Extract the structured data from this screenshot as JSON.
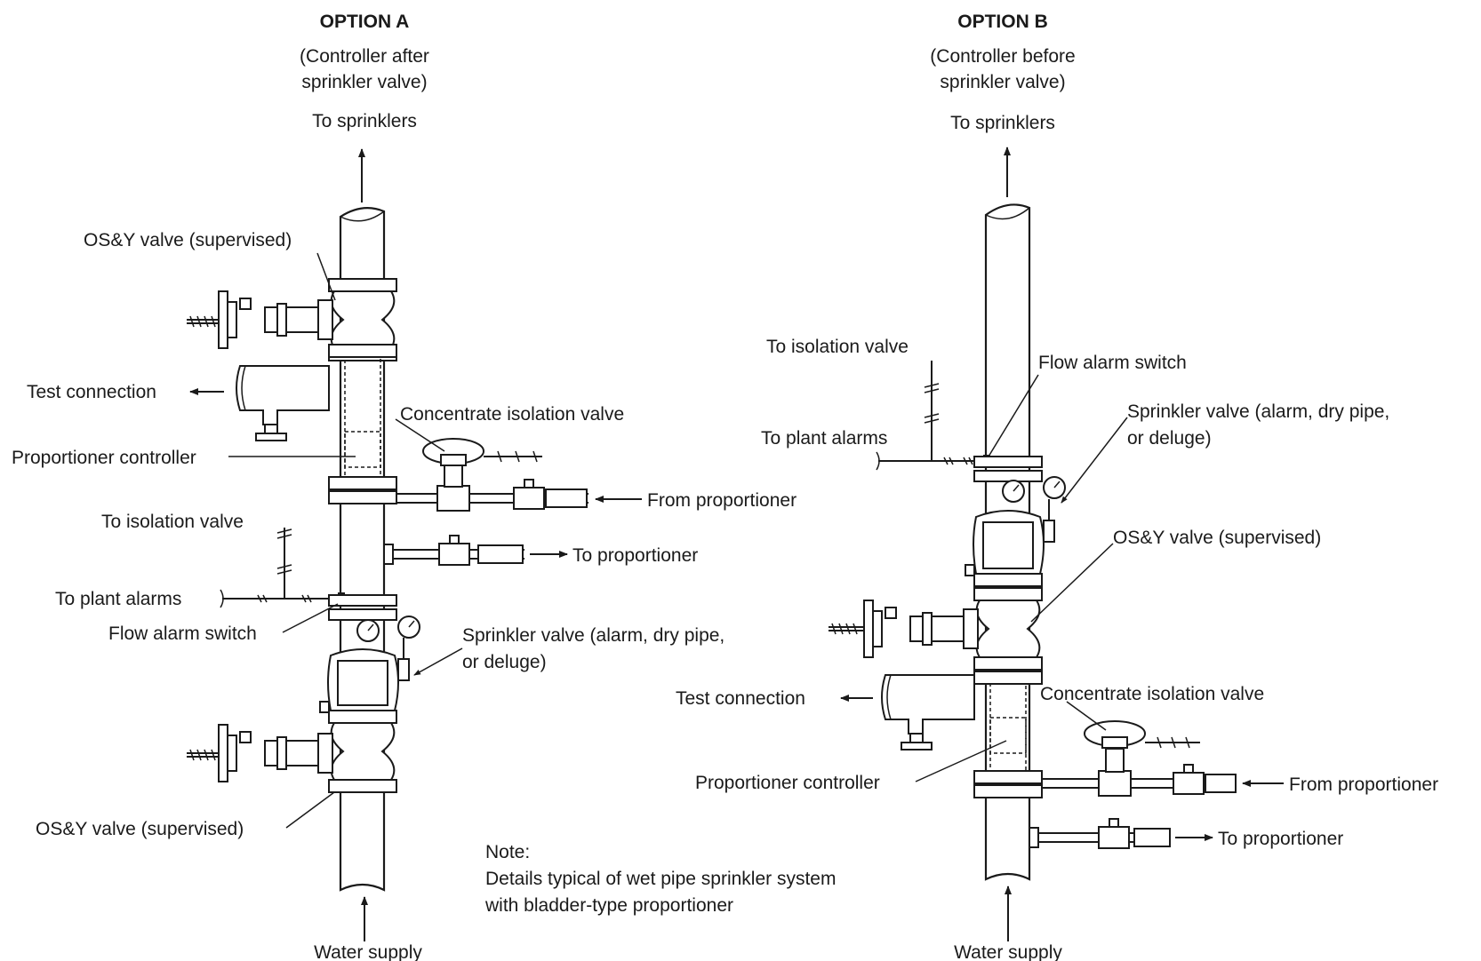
{
  "option_a": {
    "title": "OPTION A",
    "subtitle_line1": "(Controller after",
    "subtitle_line2": "sprinkler valve)",
    "to_sprinklers": "To sprinklers",
    "osy_top": "OS&Y valve (supervised)",
    "test_connection": "Test connection",
    "concentrate_isolation_valve": "Concentrate isolation valve",
    "proportioner_controller": "Proportioner controller",
    "from_proportioner": "From proportioner",
    "to_isolation_valve": "To isolation valve",
    "to_proportioner": "To proportioner",
    "to_plant_alarms": "To plant alarms",
    "flow_alarm_switch": "Flow alarm switch",
    "sprinkler_valve_line1": "Sprinkler valve (alarm, dry pipe,",
    "sprinkler_valve_line2": "or deluge)",
    "osy_bottom": "OS&Y valve (supervised)",
    "water_supply": "Water supply"
  },
  "option_b": {
    "title": "OPTION B",
    "subtitle_line1": "(Controller before",
    "subtitle_line2": "sprinkler valve)",
    "to_sprinklers": "To sprinklers",
    "to_isolation_valve": "To isolation valve",
    "flow_alarm_switch": "Flow alarm switch",
    "sprinkler_valve_line1": "Sprinkler valve (alarm, dry pipe,",
    "sprinkler_valve_line2": "or deluge)",
    "to_plant_alarms": "To plant alarms",
    "osy": "OS&Y valve (supervised)",
    "test_connection": "Test connection",
    "concentrate_isolation_valve": "Concentrate isolation valve",
    "proportioner_controller": "Proportioner controller",
    "from_proportioner": "From proportioner",
    "to_proportioner": "To proportioner",
    "water_supply": "Water supply"
  },
  "note": {
    "heading": "Note:",
    "line1": "Details typical of wet pipe sprinkler system",
    "line2": "with bladder-type proportioner"
  }
}
